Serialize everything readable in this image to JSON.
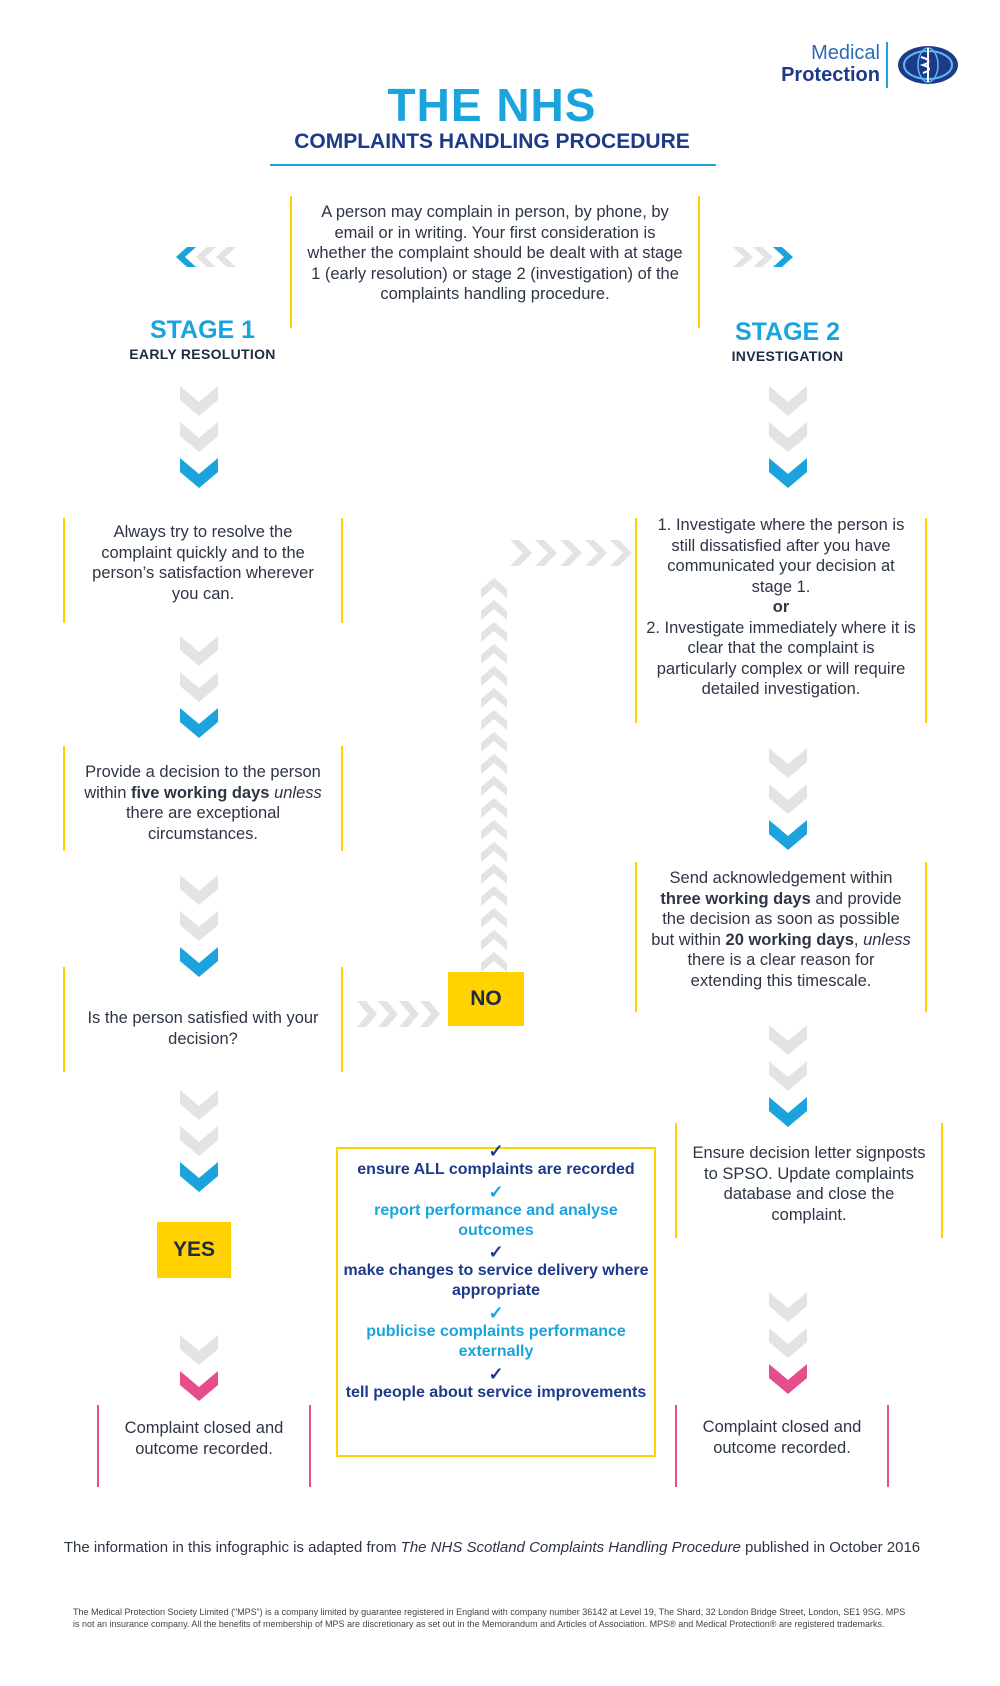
{
  "logo": {
    "line1": "Medical",
    "line2": "Protection"
  },
  "title": {
    "main": "THE NHS",
    "sub": "COMPLAINTS HANDLING PROCEDURE"
  },
  "intro": "A person may complain in person, by phone, by email or in writing. Your first consideration is whether the complaint should be dealt with at stage 1 (early resolution) or stage 2 (investigation) of the complaints handling procedure.",
  "stage1": {
    "title": "STAGE 1",
    "subtitle": "EARLY RESOLUTION",
    "step1": "Always try to resolve the complaint quickly and to the person’s satisfaction wherever you can.",
    "step2": {
      "a": "Provide a decision to the person within ",
      "b": "five working days",
      "c": " ",
      "d": "unless",
      "e": " there are exceptional circumstances."
    },
    "question": "Is the person satisfied with your decision?",
    "yes": "YES",
    "closed": "Complaint closed and outcome recorded."
  },
  "no_label": "NO",
  "stage2": {
    "title": "STAGE 2",
    "subtitle": "INVESTIGATION",
    "step1a": "1. Investigate where the person is still dissatisfied after you have communicated your decision at stage 1.",
    "or": "or",
    "step1b": "2. Investigate immediately where it is clear that the complaint is particularly complex or will require detailed investigation.",
    "step2": {
      "a": "Send acknowledgement within ",
      "b": "three working days",
      "c": " and provide the decision as soon as possible but within ",
      "d": "20 working days",
      "e": ", ",
      "f": "unless",
      "g": " there is a clear reason for extending this timescale."
    },
    "step3": "Ensure decision letter signposts to SPSO. Update complaints database and close the complaint.",
    "closed": "Complaint closed and outcome recorded."
  },
  "checklist": [
    "ensure ALL complaints are recorded",
    "report performance and analyse outcomes",
    "make changes to service delivery where appropriate",
    "publicise complaints performance externally",
    "tell people about service improvements"
  ],
  "check_symbol": "✓",
  "footer": {
    "a": "The information in this infographic is adapted from ",
    "b": "The NHS Scotland Complaints Handling Procedure",
    "c": " published in October 2016"
  },
  "legal": "The Medical Protection Society Limited (“MPS”) is a company limited by guarantee registered in England with company number 36142 at Level 19, The Shard, 32 London Bridge Street, London, SE1 9SG. MPS is not an insurance company. All the benefits of membership of MPS are discretionary as set out in the Memorandum and Articles of Association. MPS® and Medical Protection® are registered trademarks.",
  "colors": {
    "cyan": "#1aa3dd",
    "navy": "#1d3a8a",
    "yellow": "#ffd200",
    "pink": "#e54e8a",
    "grey_arrow": "#e3e3e3"
  }
}
